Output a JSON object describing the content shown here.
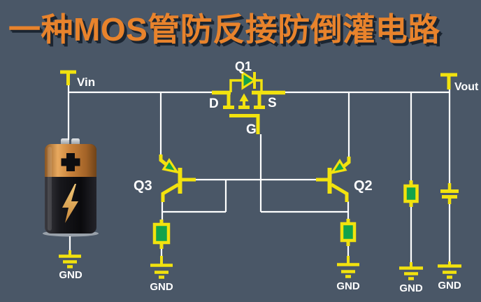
{
  "title": "一种MOS管防反接防倒灌电路",
  "colors": {
    "background": "#4a5767",
    "title_text": "#e8832c",
    "title_shadow": "#1b2531",
    "wire": "#ffffff",
    "component_outline": "#f2e20e",
    "component_fill": "#12a24b",
    "label_text": "#ffffff",
    "battery_copper": "#c8813a",
    "battery_body": "#141417"
  },
  "terminals": {
    "vin": "Vin",
    "vout": "Vout"
  },
  "components": {
    "q1": {
      "ref": "Q1",
      "drain": "D",
      "source": "S",
      "gate": "G",
      "type": "mosfet-with-body-diode"
    },
    "q2": {
      "ref": "Q2",
      "type": "pnp-transistor"
    },
    "q3": {
      "ref": "Q3",
      "type": "pnp-transistor"
    },
    "resistors": [
      "below-q3",
      "below-q2",
      "right-column"
    ],
    "capacitor": "output-capacitor",
    "battery": "battery-cell"
  },
  "grounds": {
    "label": "GND",
    "count": 5
  }
}
